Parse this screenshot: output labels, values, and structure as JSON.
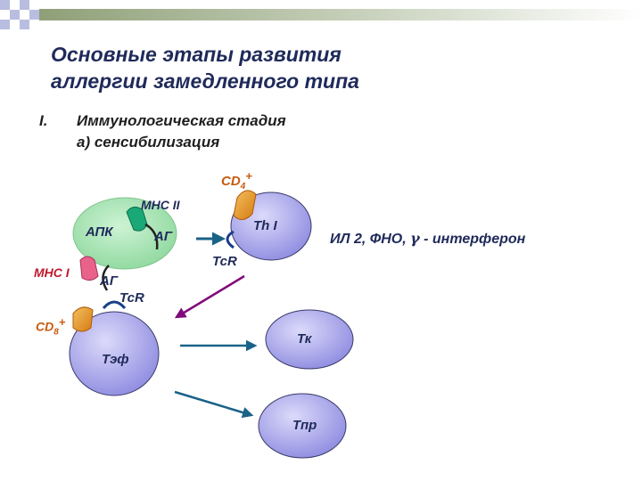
{
  "title": {
    "line1": "Основные этапы развития",
    "line2": "аллергии замедленного типа"
  },
  "stage": {
    "number": "I.",
    "name": "Иммунологическая стадия",
    "substage": "а) сенсибилизация"
  },
  "diagram": {
    "apc": {
      "label": "АПК",
      "mhc": "MHC II",
      "antigen": "АГ"
    },
    "th1": {
      "label": "Th I",
      "marker": "CD",
      "marker_sub": "4",
      "marker_sup": "+",
      "receptor": "TcR"
    },
    "cytokines": {
      "before": "ИЛ 2, ФНО, ",
      "gamma": "γ",
      "after": " - интерферон"
    },
    "mhc1": "MHC I",
    "antigen2": "АГ",
    "receptor2": "TcR",
    "teff": {
      "label": "Тэф",
      "marker": "CD",
      "marker_sub": "8",
      "marker_sup": "+"
    },
    "tk": {
      "label": "Тк"
    },
    "tpr": {
      "label": "Тпр"
    }
  },
  "colors": {
    "title": "#1f2a5a",
    "label_dark": "#1f2a5a",
    "label_red": "#c0182c",
    "cd_label": "#c85a10",
    "apc_fill": "#a8e4b4",
    "cell_fill": "#a09ee6",
    "cell_stroke": "#3a3a6a",
    "arrow_blue": "#1a6288",
    "arrow_purple": "#800a7a",
    "mhc2_fill": "#1aa876",
    "mhc1_fill": "#e8628a",
    "cd_fill": "#e6921a"
  }
}
